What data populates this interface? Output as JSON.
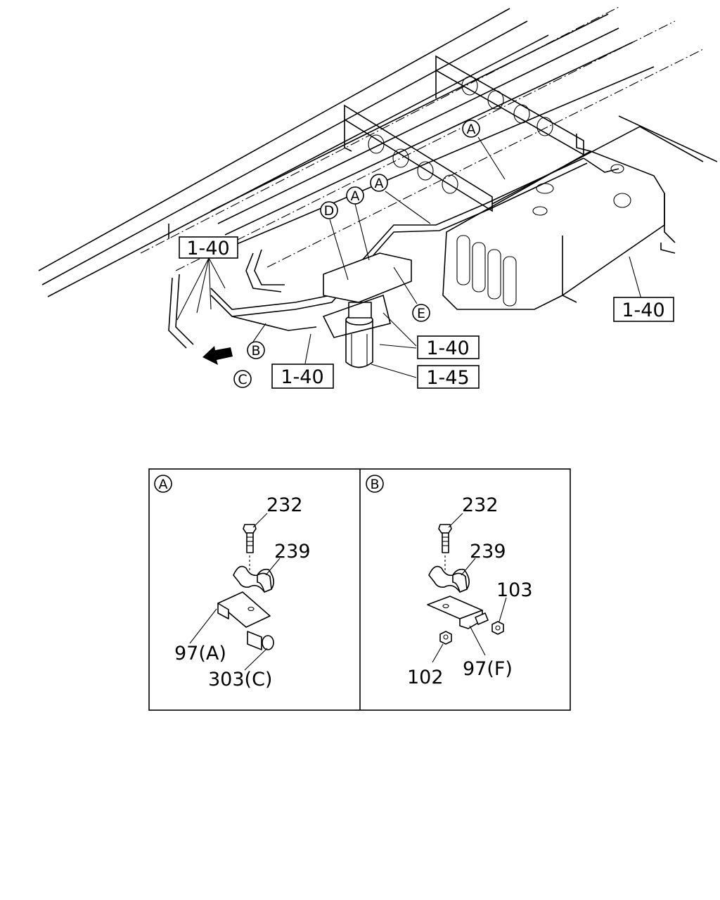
{
  "callouts": {
    "circle_a1": "A",
    "circle_a2": "A",
    "circle_a3": "A",
    "circle_b": "B",
    "circle_c": "C",
    "circle_d": "D",
    "circle_e": "E"
  },
  "refs": {
    "ref_left": "1-40",
    "ref_right": "1-40",
    "ref_filter_upper": "1-40",
    "ref_filter_lower": "1-45",
    "ref_bottom": "1-40"
  },
  "detail_a": {
    "heading": "A",
    "parts": {
      "bolt": "232",
      "clamp": "239",
      "bracket": "97(A)",
      "bracket_bolt": "303(C)"
    }
  },
  "detail_b": {
    "heading": "B",
    "parts": {
      "bolt": "232",
      "clamp": "239",
      "nut": "103",
      "washer_nut": "102",
      "bracket": "97(F)"
    }
  }
}
